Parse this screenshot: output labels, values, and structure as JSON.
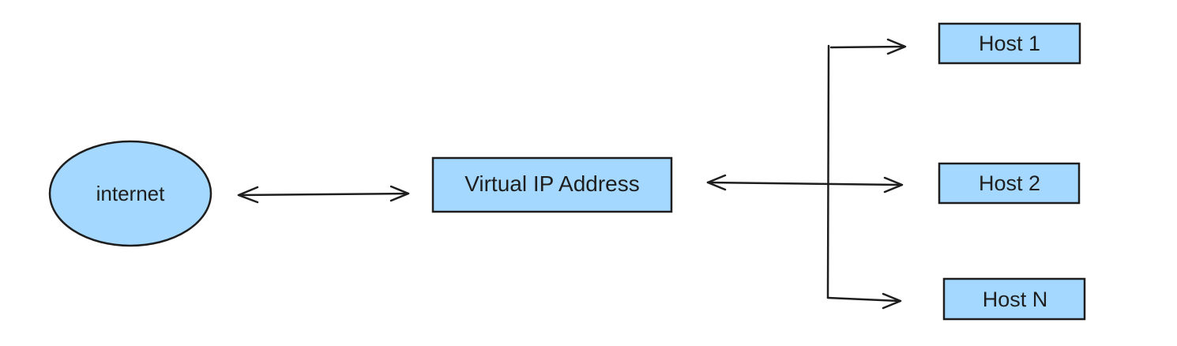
{
  "nodes": {
    "internet": {
      "label": "internet"
    },
    "vip": {
      "label": "Virtual IP Address"
    },
    "host1": {
      "label": "Host 1"
    },
    "host2": {
      "label": "Host 2"
    },
    "hostN": {
      "label": "Host N"
    }
  },
  "colors": {
    "node_fill": "#a5d8ff",
    "stroke": "#1e1e1e",
    "background": "#ffffff"
  }
}
